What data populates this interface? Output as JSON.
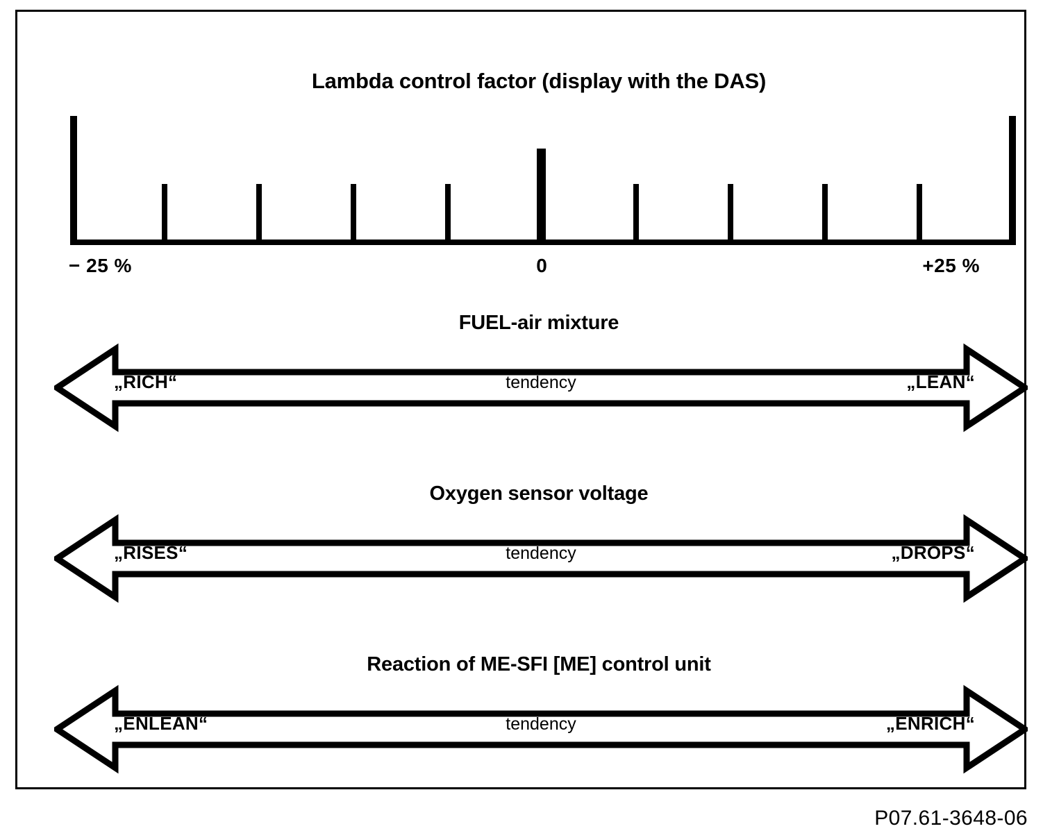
{
  "figure": {
    "caption_code": "P07.61-3648-06"
  },
  "scale": {
    "title": "Lambda control factor (display with the DAS)",
    "axis": {
      "label_left": "− 25 %",
      "label_center": "0",
      "label_right": "+25 %",
      "min": -25,
      "max": 25,
      "unit": "%",
      "tick_count": 11,
      "tick_values": [
        -25,
        -20,
        -15,
        -10,
        -5,
        0,
        5,
        10,
        15,
        20,
        25
      ]
    }
  },
  "bands": [
    {
      "id": "fuel-air-mixture",
      "title": "FUEL-air mixture",
      "left_label": "„RICH“",
      "center_label": "tendency",
      "right_label": "„LEAN“"
    },
    {
      "id": "oxygen-sensor-voltage",
      "title": "Oxygen sensor voltage",
      "left_label": "„RISES“",
      "center_label": "tendency",
      "right_label": "„DROPS“"
    },
    {
      "id": "me-sfi-reaction",
      "title": "Reaction of ME-SFI [ME] control unit",
      "left_label": "„ENLEAN“",
      "center_label": "tendency",
      "right_label": "„ENRICH“"
    }
  ],
  "chart_data": {
    "type": "table",
    "title": "Lambda control factor (display with the DAS)",
    "xlabel": "Lambda control factor",
    "ylabel": "",
    "xlim": [
      -25,
      25
    ],
    "grid": false,
    "legend": "none",
    "categories": [
      "− 25 %",
      "0",
      "+25 %"
    ],
    "annotations": [
      "FUEL-air mixture: „RICH“ ← tendency → „LEAN“",
      "Oxygen sensor voltage: „RISES“ ← tendency → „DROPS“",
      "Reaction of ME-SFI [ME] control unit: „ENLEAN“ ← tendency → „ENRICH“"
    ]
  },
  "colors": {
    "ink": "#000000",
    "background": "#ffffff"
  }
}
